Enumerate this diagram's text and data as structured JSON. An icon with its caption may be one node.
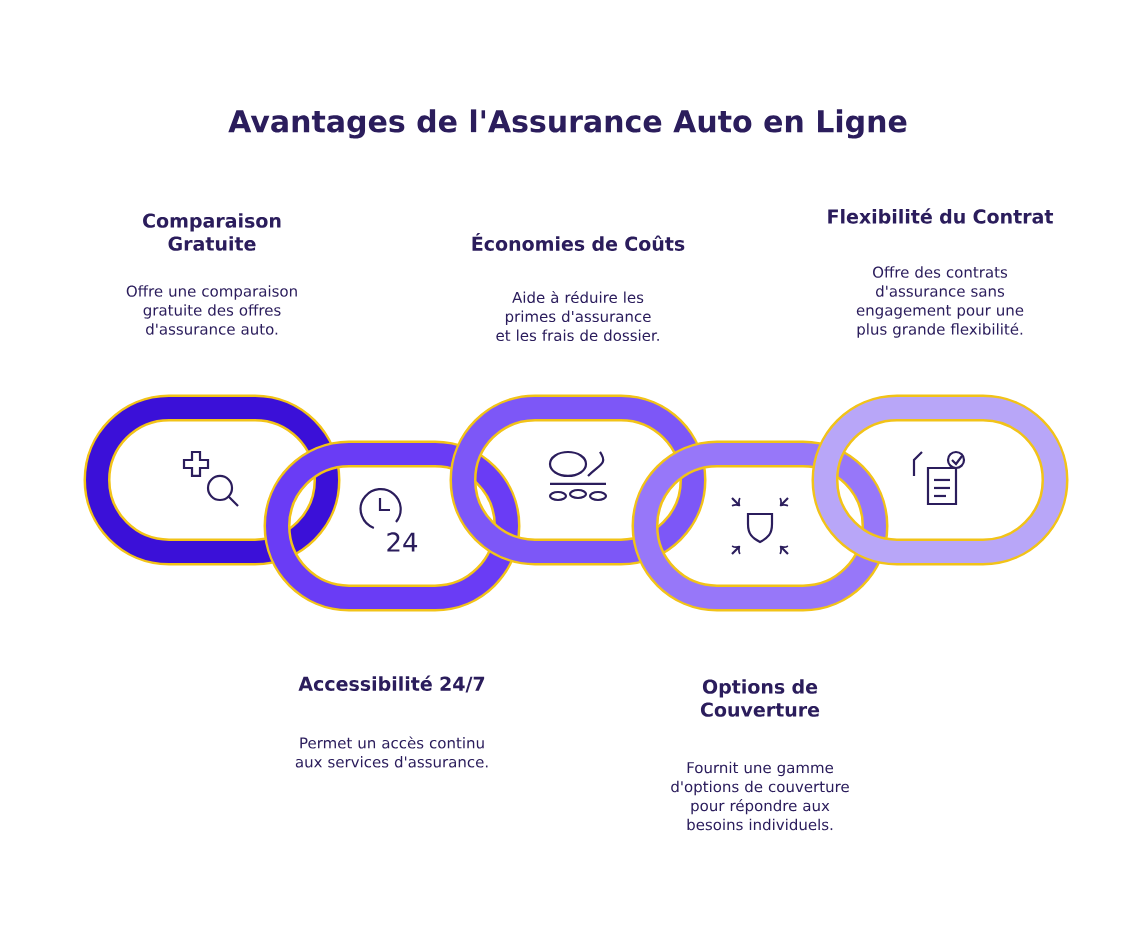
{
  "diagram": {
    "title": "Avantages de l'Assurance Auto en Ligne",
    "nodes": [
      {
        "text": [],
        "shape": "box",
        "beside": [
          "Comparaison Gratuite",
          "Offre une comparaison gratuite des offres d'assurance auto."
        ]
      },
      {
        "text": [],
        "shape": "box",
        "beside": [
          "Accessibilité 24/7",
          "Permet un accès continu aux services d'assurance."
        ]
      },
      {
        "text": [],
        "shape": "box",
        "beside": [
          "Économies de Coûts",
          "Aide à réduire les primes d'assurance et les frais de dossier."
        ]
      },
      {
        "text": [],
        "shape": "box",
        "beside": [
          "Options de Couverture",
          "Fournit une gamme d'options de couverture pour répondre aux besoins individuels."
        ]
      },
      {
        "text": [],
        "shape": "box",
        "beside": [
          "Flexibilité du Contrat",
          "Offre des contrats d'assurance sans engagement pour une plus grande flexibilité."
        ]
      }
    ],
    "labels": [
      "24"
    ]
  }
}
